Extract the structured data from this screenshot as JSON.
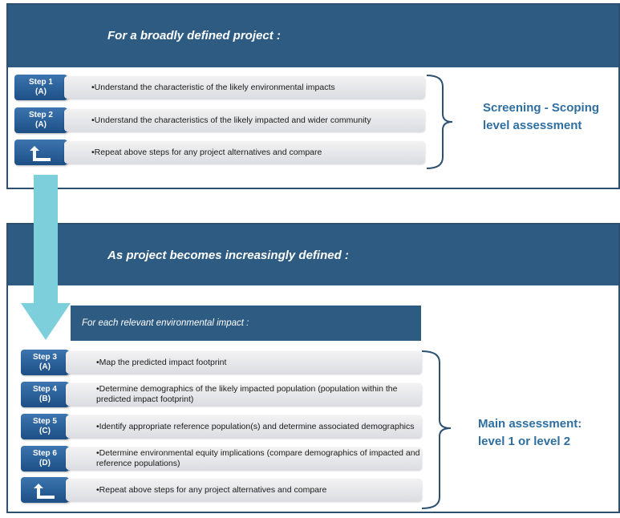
{
  "top_panel": {
    "header": "For a broadly defined project :",
    "steps": [
      {
        "badge_line1": "Step 1",
        "badge_line2": "(A)",
        "text": "•Understand the characteristic of the likely environmental impacts"
      },
      {
        "badge_line1": "Step 2",
        "badge_line2": "(A)",
        "text": "•Understand the characteristics of the likely impacted and wider community"
      },
      {
        "badge_icon": "return-arrow-icon",
        "text": "•Repeat above steps for any project alternatives and compare"
      }
    ],
    "brace_label_line1": "Screening - Scoping",
    "brace_label_line2": "level assessment"
  },
  "bottom_panel": {
    "header": "As project becomes increasingly defined :",
    "sub_banner": "For each relevant environmental impact :",
    "steps": [
      {
        "badge_line1": "Step 3",
        "badge_line2": "(A)",
        "text": "•Map the predicted impact footprint"
      },
      {
        "badge_line1": "Step 4",
        "badge_line2": "(B)",
        "text": "•Determine demographics of the likely impacted population (population within the predicted impact footprint)"
      },
      {
        "badge_line1": "Step 5",
        "badge_line2": "(C)",
        "text": "•Identify appropriate reference population(s) and determine associated demographics"
      },
      {
        "badge_line1": "Step 6",
        "badge_line2": "(D)",
        "text": "•Determine environmental equity implications (compare demographics of impacted and reference populations)"
      },
      {
        "badge_icon": "return-arrow-icon",
        "text": "•Repeat above steps for any project alternatives and compare"
      }
    ],
    "brace_label_line1": "Main assessment:",
    "brace_label_line2": "level 1 or level 2"
  },
  "colors": {
    "header_bg": "#2d5b82",
    "badge": "#2a609a",
    "flow_arrow": "#7ecfdc",
    "brace": "#2d5070",
    "label": "#2e6ea0"
  }
}
